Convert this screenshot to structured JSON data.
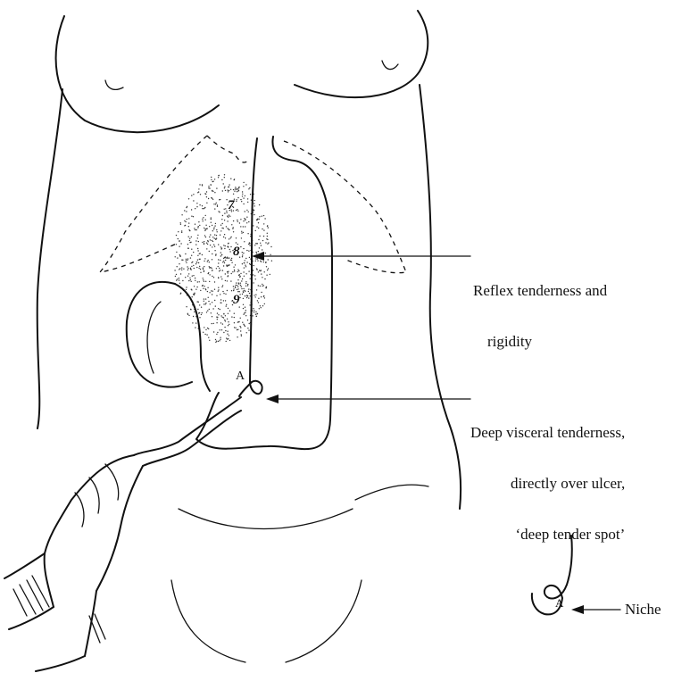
{
  "annotations": {
    "reflex": {
      "line1": "Reflex tenderness and",
      "line2": "rigidity"
    },
    "deep": {
      "line1": "Deep visceral tenderness,",
      "line2": "directly over ulcer,",
      "line3": "‘deep tender spot’"
    },
    "niche": "Niche"
  },
  "segments": [
    "7",
    "8",
    "9"
  ],
  "point_letter": "A",
  "inset_letter": "A",
  "colors": {
    "ink": "#111111",
    "background": "#ffffff"
  }
}
